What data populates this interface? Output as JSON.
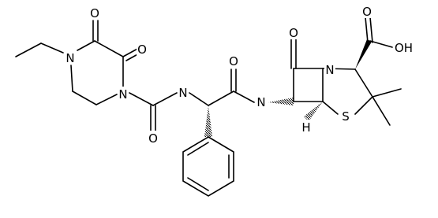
{
  "structure": {
    "atoms": {
      "oxo_piperazine_1": "O",
      "oxo_piperazine_2": "O",
      "n_ethyl": "N",
      "n_piperazine_acyl": "N",
      "carbamoyl_o": "O",
      "nh_urea": "N",
      "amide_o": "O",
      "nh_amide": "N",
      "beta_lactam_o": "O",
      "n_beta_lactam": "N",
      "h_stereo": "H",
      "s_thiazolidine": "S",
      "acid_o": "O",
      "acid_oh": "OH"
    }
  },
  "colors": {
    "bond": "#000000",
    "label": "#000000",
    "background": "#ffffff"
  }
}
